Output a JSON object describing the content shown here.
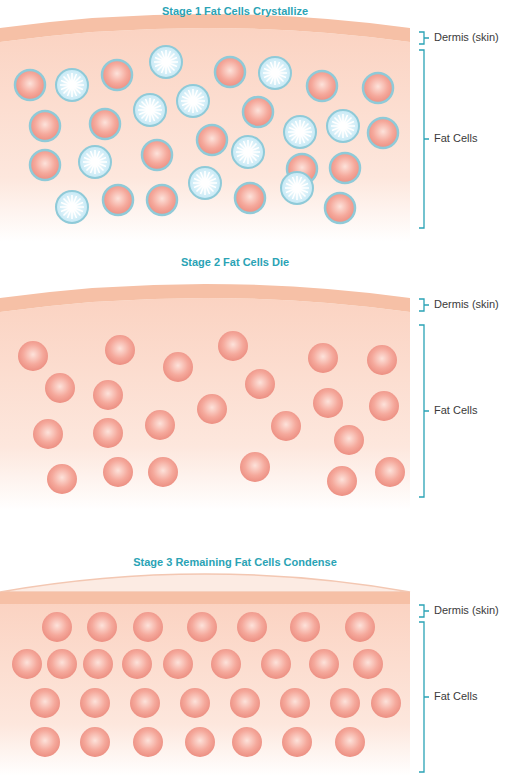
{
  "diagram": {
    "labels": [
      "Stage 1 Fat Cells Crystallize",
      "Dermis (skin)",
      "Fat Cells",
      "Stage 2 Fat Cells Die",
      "Dermis (skin)",
      "Fat Cells",
      "Stage 3 Remaining Fat Cells Condense",
      "Dermis (skin)",
      "Fat Cells"
    ]
  }
}
